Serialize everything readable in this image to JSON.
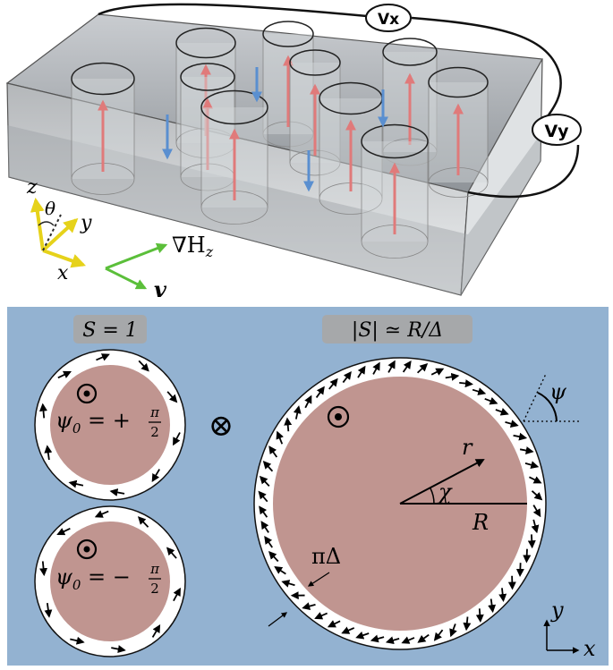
{
  "top": {
    "meters": {
      "vx": "Vx",
      "vy": "Vy"
    },
    "axes": {
      "z": "z",
      "y": "y",
      "x": "x",
      "theta": "θ"
    },
    "gradient_label": "∇H",
    "gradient_sub": "z",
    "velocity_label": "v"
  },
  "bottom": {
    "small_title": "S = 1",
    "big_title": "|S| ≃ R/Δ",
    "psi_plus_prefix": "ψ",
    "psi_sub": "0",
    "psi_plus_eq": " = +",
    "psi_minus_eq": " = −",
    "frac_num": "π",
    "frac_den": "2",
    "otimes": "⊗",
    "psi_label": "ψ",
    "r_label": "r",
    "chi_label": "χ",
    "R_label": "R",
    "wall_label": "πΔ",
    "corner_axes": {
      "y": "y",
      "x": "x"
    }
  },
  "colors": {
    "panel_bg": "#93b2d1",
    "domain_fill": "#c09590",
    "red_arrow": "#e07a7a",
    "blue_arrow": "#5a8fd0",
    "yellow_axis": "#e6d21a",
    "green_axis": "#5bbf3a"
  }
}
